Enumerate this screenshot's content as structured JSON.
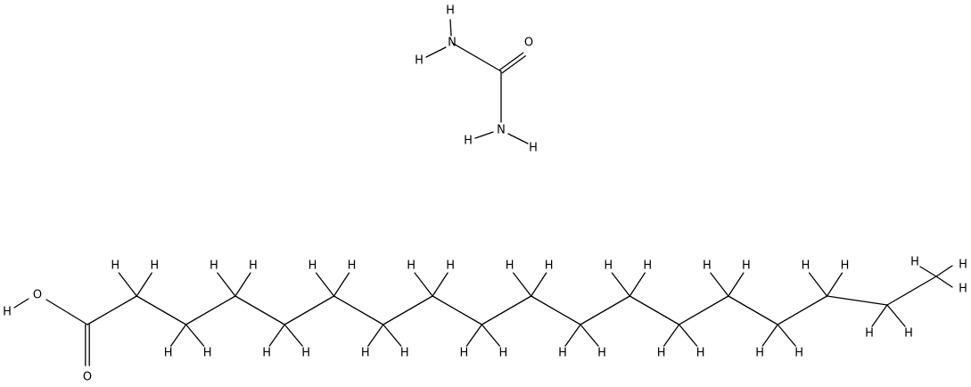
{
  "molecules": [
    {
      "name": "urea",
      "atoms": [
        {
          "id": "u_C",
          "symbol": "C",
          "show": false
        },
        {
          "id": "u_O",
          "symbol": "O",
          "show": true
        },
        {
          "id": "u_N1",
          "symbol": "N",
          "show": true
        },
        {
          "id": "u_N2",
          "symbol": "N",
          "show": true
        },
        {
          "id": "u_H1",
          "symbol": "H",
          "show": true
        },
        {
          "id": "u_H2",
          "symbol": "H",
          "show": true
        },
        {
          "id": "u_H3",
          "symbol": "H",
          "show": true
        },
        {
          "id": "u_H4",
          "symbol": "H",
          "show": true
        }
      ],
      "bonds": [
        {
          "a": "u_C",
          "b": "u_O",
          "order": 2
        },
        {
          "a": "u_C",
          "b": "u_N1",
          "order": 1
        },
        {
          "a": "u_C",
          "b": "u_N2",
          "order": 1
        },
        {
          "a": "u_N1",
          "b": "u_H1",
          "order": 1
        },
        {
          "a": "u_N1",
          "b": "u_H2",
          "order": 1
        },
        {
          "a": "u_N2",
          "b": "u_H3",
          "order": 1
        },
        {
          "a": "u_N2",
          "b": "u_H4",
          "order": 1
        }
      ]
    },
    {
      "name": "stearic-acid",
      "chain_carbons": 18,
      "atoms": [
        {
          "id": "s_O1",
          "symbol": "O",
          "show": true
        },
        {
          "id": "s_H_OH",
          "symbol": "H",
          "show": true
        },
        {
          "id": "s_O2",
          "symbol": "O",
          "show": true
        }
      ],
      "bonds": [
        {
          "a": "C1",
          "b": "O2",
          "order": 2
        },
        {
          "a": "C1",
          "b": "O1",
          "order": 1
        },
        {
          "a": "O1",
          "b": "H",
          "order": 1
        }
      ]
    }
  ],
  "colors": {
    "bond": "#000000",
    "label": "#000000",
    "background": "#ffffff"
  }
}
